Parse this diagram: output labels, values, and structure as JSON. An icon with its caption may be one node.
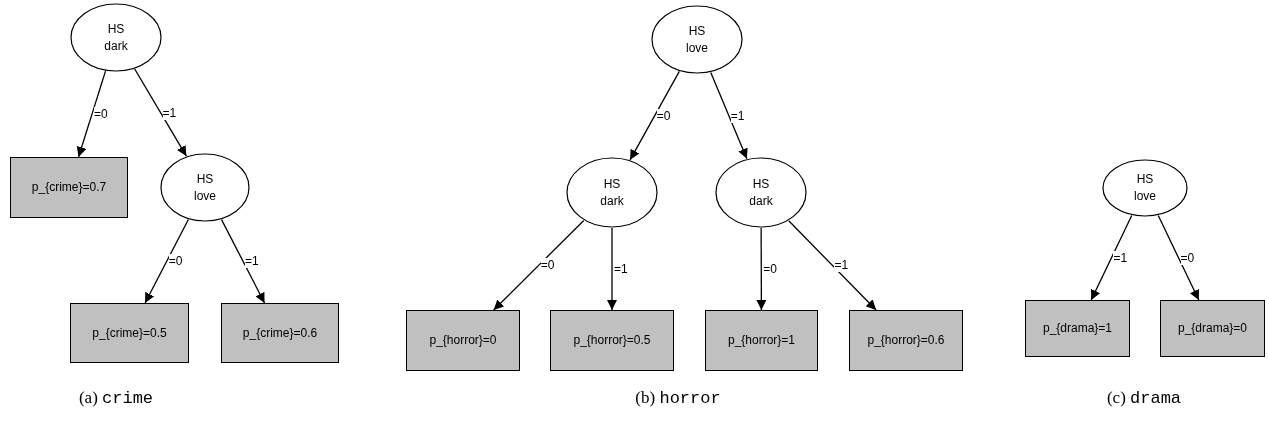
{
  "diagram": {
    "nodes": [
      {
        "text": [
          "HS dark"
        ]
      },
      {
        "text": [
          "p_{crime}=0.7"
        ]
      },
      {
        "text": [
          "HS love"
        ]
      },
      {
        "text": [
          "p_{crime}=0.5"
        ]
      },
      {
        "text": [
          "p_{crime}=0.6"
        ]
      },
      {
        "text": [
          "HS love"
        ]
      },
      {
        "text": [
          "HS dark"
        ]
      },
      {
        "text": [
          "HS dark"
        ]
      },
      {
        "text": [
          "p_{horror}=0"
        ]
      },
      {
        "text": [
          "p_{horror}=0.5"
        ]
      },
      {
        "text": [
          "p_{horror}=1"
        ]
      },
      {
        "text": [
          "p_{horror}=0.6"
        ]
      },
      {
        "text": [
          "HS love"
        ]
      },
      {
        "text": [
          "p_{drama}=1"
        ]
      },
      {
        "text": [
          "p_{drama}=0"
        ]
      }
    ],
    "edges": [
      {
        "from": 0,
        "to": 1,
        "arrow": "to",
        "label": "=0"
      },
      {
        "from": 0,
        "to": 2,
        "arrow": "to",
        "label": "=1"
      },
      {
        "from": 2,
        "to": 3,
        "arrow": "to",
        "label": "=0"
      },
      {
        "from": 2,
        "to": 4,
        "arrow": "to",
        "label": "=1"
      },
      {
        "from": 5,
        "to": 6,
        "arrow": "to",
        "label": "=0"
      },
      {
        "from": 5,
        "to": 7,
        "arrow": "to",
        "label": "=1"
      },
      {
        "from": 6,
        "to": 8,
        "arrow": "to",
        "label": "=0"
      },
      {
        "from": 6,
        "to": 9,
        "arrow": "to",
        "label": "=1"
      },
      {
        "from": 7,
        "to": 10,
        "arrow": "to",
        "label": "=0"
      },
      {
        "from": 7,
        "to": 11,
        "arrow": "to",
        "label": "=1"
      },
      {
        "from": 12,
        "to": 13,
        "arrow": "to",
        "label": "=1"
      },
      {
        "from": 12,
        "to": 14,
        "arrow": "to",
        "label": "=0"
      }
    ],
    "labels": [
      "(a) crime",
      "(b) horror",
      "(c) drama"
    ]
  }
}
